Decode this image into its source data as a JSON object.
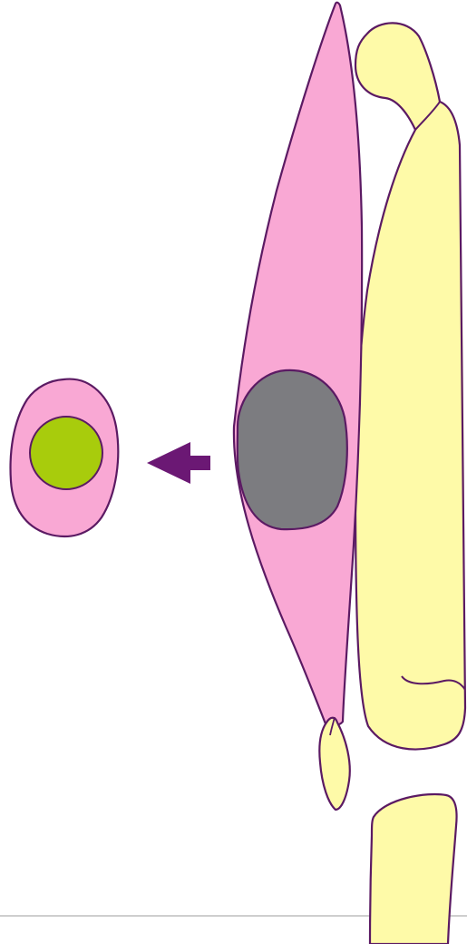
{
  "diagram": {
    "colors": {
      "background": "#ffffff",
      "outline": "#5b1a63",
      "muscle_fill": "#f9a8d4",
      "bone_fill": "#fefaa8",
      "mass_fill": "#7c7c80",
      "cross_section_core_fill": "#a8cc0c",
      "arrow_fill": "#6b1874",
      "baseline": "#bdbdbd"
    },
    "elements": {
      "muscle": {
        "label": "",
        "shape": "elongated spindle"
      },
      "mass": {
        "label": "",
        "shape": "rounded lump within muscle"
      },
      "femur": {
        "label": "",
        "shape": "long bone"
      },
      "patella": {
        "label": "",
        "shape": "small sesamoid bone"
      },
      "tibia": {
        "label": "",
        "shape": "long bone (proximal portion)"
      },
      "cross_section": {
        "label": "",
        "shape": "oval with inner circle"
      },
      "arrow": {
        "label": "",
        "direction": "left"
      }
    }
  }
}
